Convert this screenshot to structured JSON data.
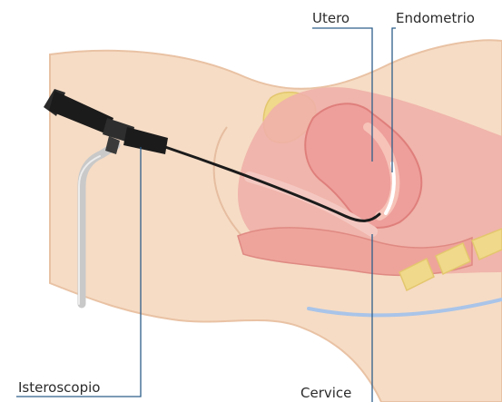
{
  "labels": {
    "utero": "Utero",
    "endometrio": "Endometrio",
    "cervice": "Cervice",
    "isteroscopio": "Isteroscopio"
  },
  "colors": {
    "skin": "#f6dcc5",
    "skin_outline": "#e9c2a4",
    "uterus": "#ee9f9b",
    "uterus_inner": "#f7c3b9",
    "endometrium_line": "#ffffff",
    "instrument": "#1b1b1b",
    "tube": "#c9c9c9",
    "leader_line": "#2e5f8a",
    "bladder": "#f0d98a"
  }
}
